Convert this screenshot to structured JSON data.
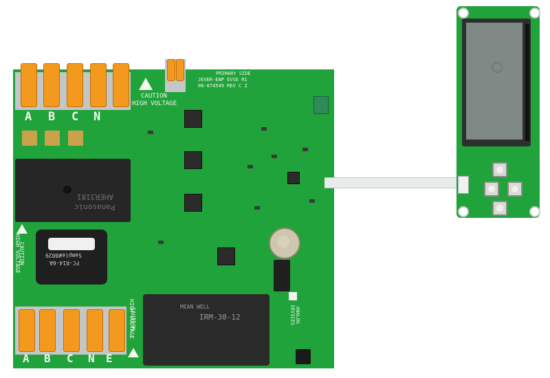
{
  "board": {
    "title_lines": [
      "PRIMARY SIDE",
      "JEVER-ENP EVSE R1",
      "08-074549 REV C Z"
    ],
    "caution_top": [
      "CAUTION",
      "HIGH VOLTAGE"
    ],
    "caution_left": [
      "CAUTION",
      "HIGH VOLTAGE"
    ],
    "caution_bottom": [
      "CAUTION",
      "HIGH VOLTAGE"
    ],
    "terminal_labels_top": [
      "A",
      "B",
      "C",
      "N"
    ],
    "terminal_labels_bottom": [
      "A",
      "B",
      "C",
      "N",
      "E"
    ],
    "relay_label": [
      "Panasonic",
      "AHER3181"
    ],
    "meter_label": [
      "FC-R14-6A",
      "Sample#8029"
    ],
    "psu_label": [
      "MEAN WELL",
      "IRM-30-12"
    ],
    "brand_label": [
      "ANALOG",
      "DEVICES"
    ]
  },
  "colors": {
    "pcb_green": "#1fa33a",
    "terminal_orange": "#f39a1e",
    "lcd_grey": "#7f8a86",
    "ribbon_white": "#e9ecec"
  }
}
